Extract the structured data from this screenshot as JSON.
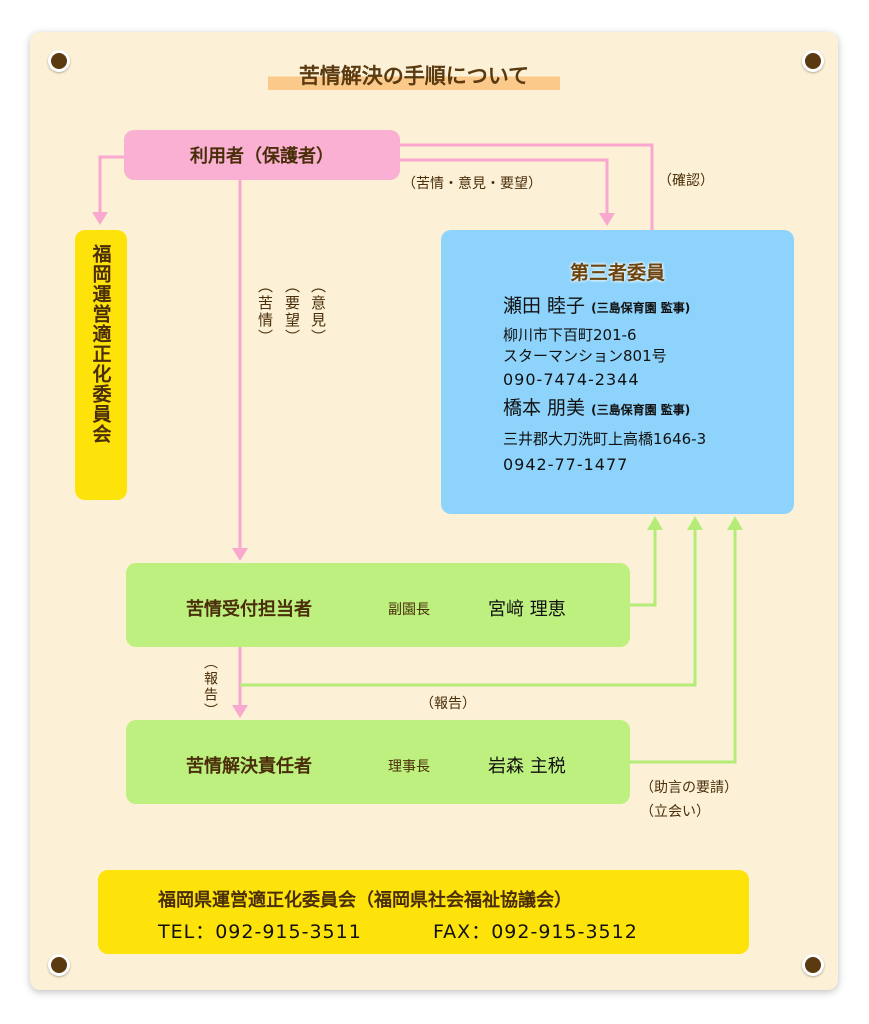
{
  "title": "苦情解決の手順について",
  "user": "利用者（保護者）",
  "committee_vertical": "福岡運営適正化委員会",
  "labels": {
    "complaint_opinion": "（苦情・意見・要望）",
    "confirm": "（確認）",
    "vertical_1": "︵苦情︶",
    "vertical_2": "︵要望︶",
    "vertical_3": "︵意見︶",
    "report_v": "︵報告︶",
    "report": "（報告）",
    "advice": "（助言の要請）",
    "attend": "（立会い）"
  },
  "third_party": {
    "heading": "第三者委員",
    "members": [
      {
        "name": "瀬田 睦子",
        "role": "(三島保育園 監事)",
        "address1": "柳川市下百町201-6",
        "address2": "スターマンション801号",
        "phone": "090-7474-2344"
      },
      {
        "name": "橋本 朋美",
        "role": "(三島保育園 監事)",
        "address1": "三井郡大刀洗町上高橋1646-3",
        "phone": "0942-77-1477"
      }
    ]
  },
  "receiver": {
    "title": "苦情受付担当者",
    "position": "副園長",
    "name": "宮﨑 理恵"
  },
  "resolver": {
    "title": "苦情解決責任者",
    "position": "理事長",
    "name": "岩森 主税"
  },
  "footer": {
    "org": "福岡県運営適正化委員会（福岡県社会福祉協議会）",
    "tel": "TEL：092-915-3511",
    "fax": "FAX：092-915-3512"
  },
  "colors": {
    "pink": "#f9b0d2",
    "blue": "#8dd3fb",
    "green": "#bdf07e",
    "yellow": "#fde30a"
  }
}
